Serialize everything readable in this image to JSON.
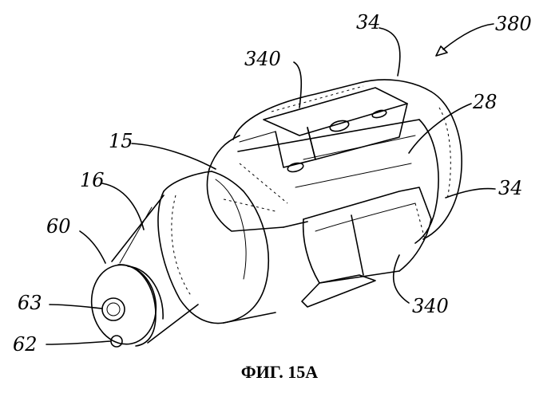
{
  "figure": {
    "caption": "ФИГ. 15А",
    "labels": {
      "l380": "380",
      "l34_top": "34",
      "l340_top": "340",
      "l28": "28",
      "l15": "15",
      "l16": "16",
      "l34_right": "34",
      "l60": "60",
      "l63": "63",
      "l62": "62",
      "l340_bottom": "340"
    }
  }
}
